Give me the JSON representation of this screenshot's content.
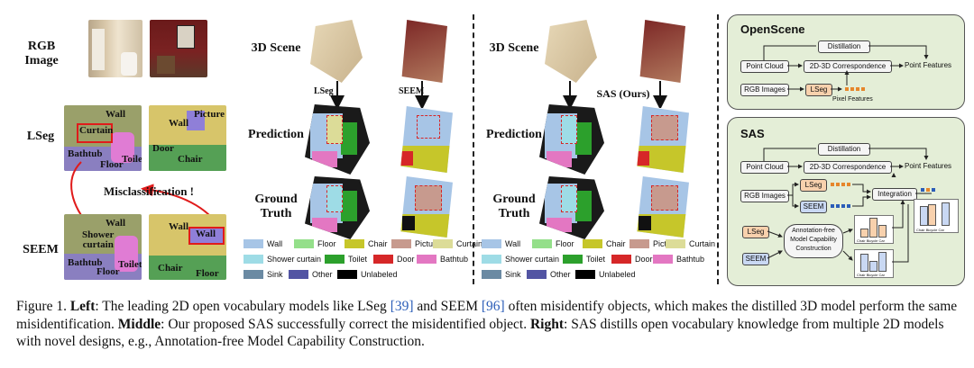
{
  "left": {
    "row_labels": {
      "rgb": "RGB\nImage",
      "lseg": "LSeg",
      "seem": "SEEM"
    },
    "lseg_tags_a": [
      "Wall",
      "Curtain",
      "Bathtub",
      "Floor",
      "Toilet"
    ],
    "lseg_tags_b": [
      "Wall",
      "Picture",
      "Door",
      "Chair"
    ],
    "seem_tags_a": [
      "Wall",
      "Shower\ncurtain",
      "Bathtub",
      "Floor",
      "Toilet"
    ],
    "seem_tags_b": [
      "Wall",
      "Chair",
      "Floor"
    ],
    "misclassification": "Misclassification !"
  },
  "middle": {
    "row_labels": {
      "scene": "3D Scene",
      "pred": "Prediction",
      "gt": "Ground\nTruth"
    },
    "arrow_labels": [
      "LSeg",
      "SEEM"
    ]
  },
  "right_mid": {
    "row_labels": {
      "scene": "3D Scene",
      "pred": "Prediction",
      "gt": "Ground\nTruth"
    },
    "arrow_label": "SAS (Ours)"
  },
  "legend": [
    {
      "label": "Wall",
      "color": "#a7c5e6"
    },
    {
      "label": "Floor",
      "color": "#94df8a"
    },
    {
      "label": "Chair",
      "color": "#c6c62a"
    },
    {
      "label": "Picture",
      "color": "#c79a8e"
    },
    {
      "label": "Curtain",
      "color": "#dcdc98"
    },
    {
      "label": "Shower curtain",
      "color": "#9edce6"
    },
    {
      "label": "Toilet",
      "color": "#2ca02c"
    },
    {
      "label": "Door",
      "color": "#d62728"
    },
    {
      "label": "Bathtub",
      "color": "#e377c2"
    },
    {
      "label": "Sink",
      "color": "#6b8aa3"
    },
    {
      "label": "Other",
      "color": "#5254a3"
    },
    {
      "label": "Unlabeled",
      "color": "#000000"
    }
  ],
  "openscene": {
    "title": "OpenScene",
    "distillation": "Distillation",
    "point_cloud": "Point Cloud",
    "correspondence": "2D-3D Correspondence",
    "point_features": "Point Features",
    "rgb_images": "RGB Images",
    "lseg": "LSeg",
    "pixel_features": "Pixel Features"
  },
  "sas": {
    "title": "SAS",
    "distillation": "Distillation",
    "point_cloud": "Point Cloud",
    "correspondence": "2D-3D Correspondence",
    "point_features": "Point Features",
    "rgb_images": "RGB Images",
    "lseg": "LSeg",
    "seem": "SEEM",
    "integration": "Integration",
    "lseg2": "LSeg",
    "seem2": "SEEM",
    "capability": "Annotation-free\nModel Capability\nConstruction",
    "mini_labels": [
      "Chair",
      "Bicycle",
      "Car"
    ]
  },
  "caption": {
    "prefix": "Figure 1. ",
    "left_b": "Left",
    "left_t1": ": The leading 2D open vocabulary models like LSeg ",
    "cite1": "[39]",
    "left_t2": " and SEEM ",
    "cite2": "[96]",
    "left_t3": " often misidentify objects, which makes the distilled 3D model perform the same misidentification. ",
    "mid_b": "Middle",
    "mid_t": ": Our proposed SAS successfully correct the misidentified object. ",
    "right_b": "Right",
    "right_t": ": SAS distills open vocabulary knowledge from multiple 2D models with novel designs, e.g., Annotation-free Model Capability Construction."
  }
}
